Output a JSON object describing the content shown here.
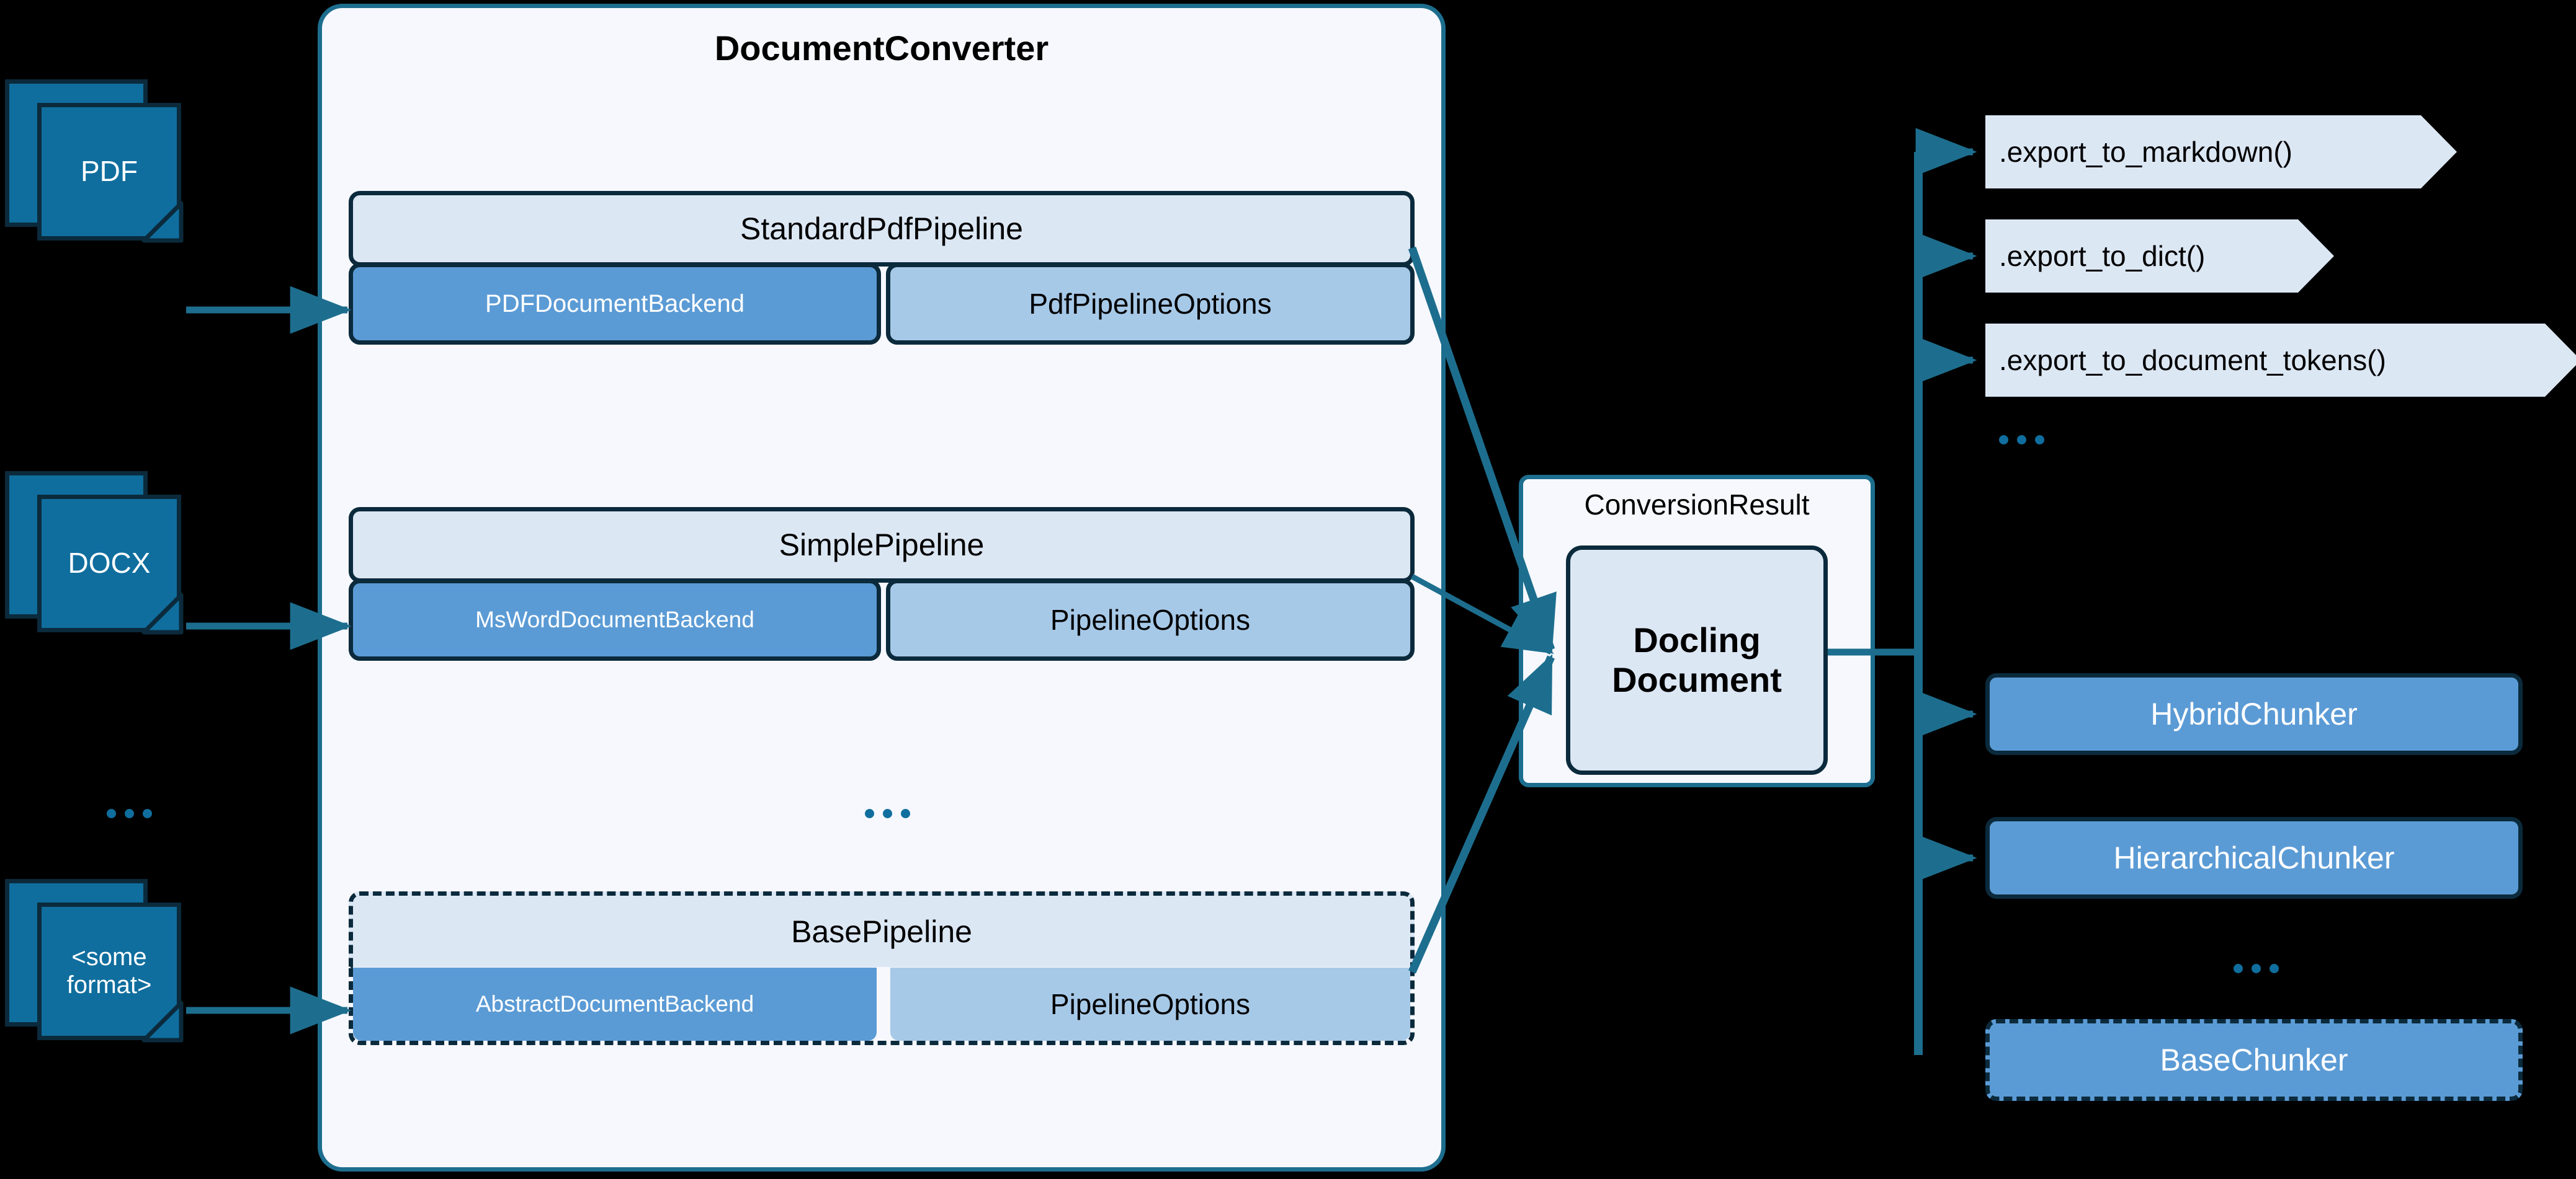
{
  "colors": {
    "background": "#000000",
    "panel_fill": "#F6F8FD",
    "panel_border": "#1D6E8E",
    "dark_border": "#0B2A3C",
    "pipeline_head_fill": "#DCE7F4",
    "backend_fill": "#5B9BD5",
    "options_fill": "#A7C9E8",
    "doc_fill": "#0F6E9E",
    "arrow": "#1D6E8E",
    "ellipsis_dot": "#0F6E9E",
    "text_dark": "#000000",
    "text_light": "#FFFFFF"
  },
  "inputs": {
    "documents": [
      {
        "label": "PDF"
      },
      {
        "label": "DOCX"
      },
      {
        "label": "<some\nformat>",
        "line1": "<some",
        "line2": "format>"
      }
    ],
    "ellipsis": "..."
  },
  "converter": {
    "title": "DocumentConverter",
    "ellipsis": "...",
    "pipelines": [
      {
        "name": "StandardPdfPipeline",
        "backend": "PDFDocumentBackend",
        "options": "PdfPipelineOptions",
        "abstract": false
      },
      {
        "name": "SimplePipeline",
        "backend": "MsWordDocumentBackend",
        "options": "PipelineOptions",
        "abstract": false
      },
      {
        "name": "BasePipeline",
        "backend": "AbstractDocumentBackend",
        "options": "PipelineOptions",
        "abstract": true
      }
    ]
  },
  "conversion_result": {
    "label": "ConversionResult",
    "document_line1": "Docling",
    "document_line2": "Document"
  },
  "exports": {
    "methods": [
      {
        "label": ".export_to_markdown()"
      },
      {
        "label": ".export_to_dict()"
      },
      {
        "label": ".export_to_document_tokens()"
      }
    ],
    "ellipsis": "..."
  },
  "chunkers": {
    "items": [
      {
        "label": "HybridChunker",
        "abstract": false
      },
      {
        "label": "HierarchicalChunker",
        "abstract": false
      },
      {
        "label": "BaseChunker",
        "abstract": true
      }
    ],
    "ellipsis": "..."
  }
}
